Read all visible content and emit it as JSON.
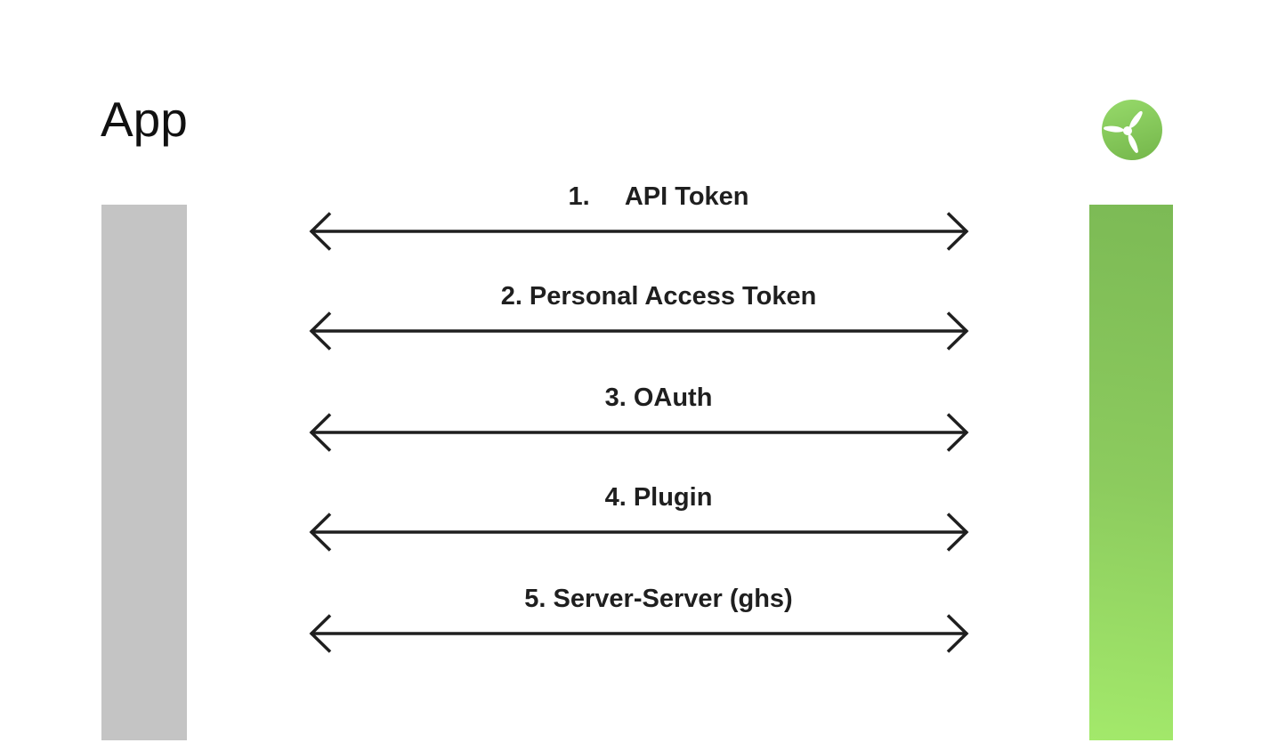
{
  "title": "App",
  "logo": {
    "icon": "propeller-icon",
    "circle_gradient_top": "#94d768",
    "circle_gradient_bottom": "#77b94d",
    "blade_color": "#ffffff"
  },
  "bars": {
    "app_bar_color": "#c4c4c4",
    "server_bar_gradient_top": "#7cba55",
    "server_bar_gradient_bottom": "#a3e96b"
  },
  "connections": [
    {
      "label": "1.     API Token"
    },
    {
      "label": "2. Personal Access Token"
    },
    {
      "label": "3. OAuth"
    },
    {
      "label": "4. Plugin"
    },
    {
      "label": "5. Server-Server (ghs)"
    }
  ],
  "colors": {
    "arrow": "#1f1f1f",
    "label_text": "#1f1f1f",
    "title_text": "#111111",
    "background": "#ffffff"
  }
}
